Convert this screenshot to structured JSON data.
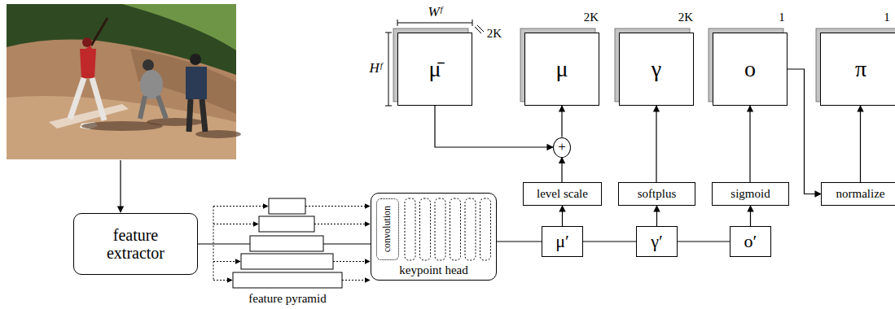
{
  "diagram": {
    "nodes": [
      {
        "text": [
          "feature extractor"
        ]
      },
      {
        "text": [
          "keypoint head"
        ]
      },
      {
        "text": [
          "convolution"
        ],
        "in": 1
      },
      {
        "text": [
          "μ′"
        ]
      },
      {
        "text": [
          "γ′"
        ]
      },
      {
        "text": [
          "o′"
        ]
      },
      {
        "text": [
          "level scale"
        ]
      },
      {
        "text": [
          "softplus"
        ]
      },
      {
        "text": [
          "sigmoid"
        ]
      },
      {
        "text": [
          "normalize"
        ]
      },
      {
        "text": [
          "+"
        ]
      },
      {
        "text": [
          "μ̄"
        ]
      },
      {
        "text": [
          "μ"
        ]
      },
      {
        "text": [
          "γ"
        ]
      },
      {
        "text": [
          "o"
        ]
      },
      {
        "text": [
          "π"
        ]
      }
    ],
    "edges": [
      {
        "from": 0,
        "to": 1,
        "arrow": "none"
      },
      {
        "from": 1,
        "to": 3,
        "arrow": "none"
      },
      {
        "from": 3,
        "to": 4,
        "arrow": "none"
      },
      {
        "from": 4,
        "to": 5,
        "arrow": "none"
      },
      {
        "from": 3,
        "to": 6,
        "arrow": "to"
      },
      {
        "from": 6,
        "to": 10,
        "arrow": "to"
      },
      {
        "from": 11,
        "to": 10,
        "arrow": "to"
      },
      {
        "from": 10,
        "to": 12,
        "arrow": "to"
      },
      {
        "from": 4,
        "to": 7,
        "arrow": "to"
      },
      {
        "from": 7,
        "to": 13,
        "arrow": "to"
      },
      {
        "from": 5,
        "to": 8,
        "arrow": "to"
      },
      {
        "from": 8,
        "to": 14,
        "arrow": "to"
      },
      {
        "from": 14,
        "to": 9,
        "arrow": "to"
      },
      {
        "from": 9,
        "to": 15,
        "arrow": "to"
      }
    ],
    "labels": [
      "Wᶠ",
      "Hᶠ",
      "2K",
      "2K",
      "2K",
      "1",
      "1",
      "feature pyramid"
    ]
  }
}
